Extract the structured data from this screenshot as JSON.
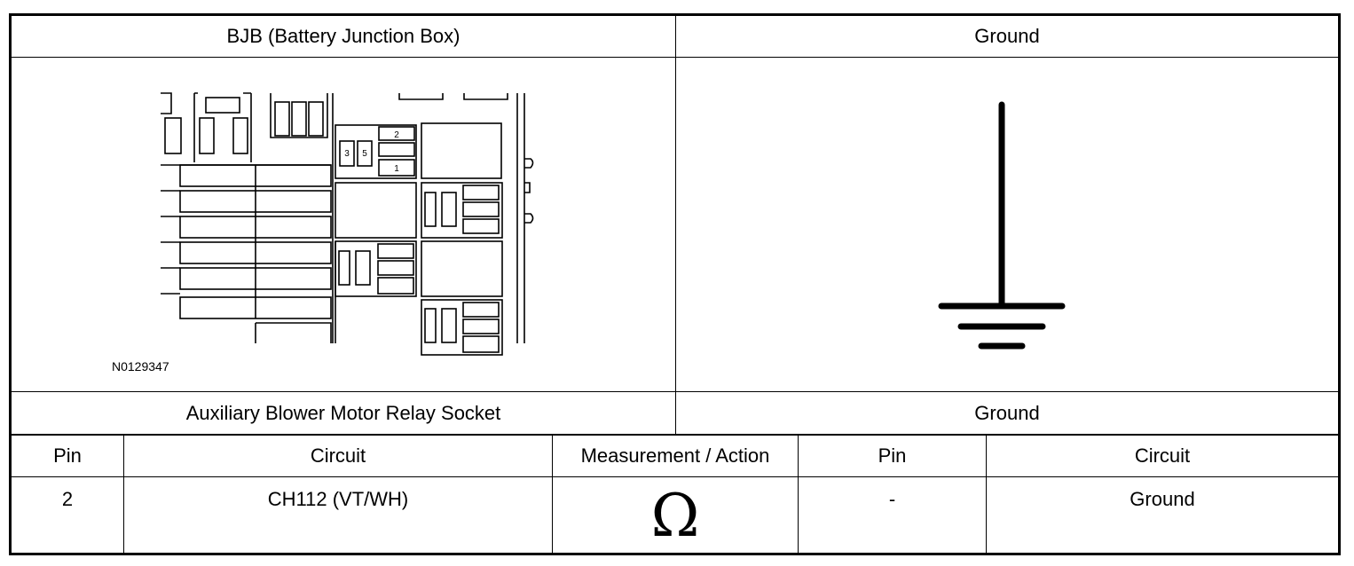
{
  "header_row": {
    "left_title": "BJB (Battery Junction Box)",
    "right_title": "Ground"
  },
  "bjb_diagram": {
    "figure_id": "N0129347",
    "fuse_labels": [
      "2",
      "3",
      "5",
      "1"
    ]
  },
  "ground_diagram": {
    "icon": "ground-symbol-icon"
  },
  "socket_row": {
    "left_title": "Auxiliary Blower Motor Relay Socket",
    "right_title": "Ground"
  },
  "table": {
    "headers": [
      "Pin",
      "Circuit",
      "Measurement / Action",
      "Pin",
      "Circuit"
    ],
    "rows": [
      {
        "pin": "2",
        "circuit": "CH112 (VT/WH)",
        "measurement": "Ω",
        "ground_pin": "-",
        "ground_circuit": "Ground"
      }
    ]
  }
}
